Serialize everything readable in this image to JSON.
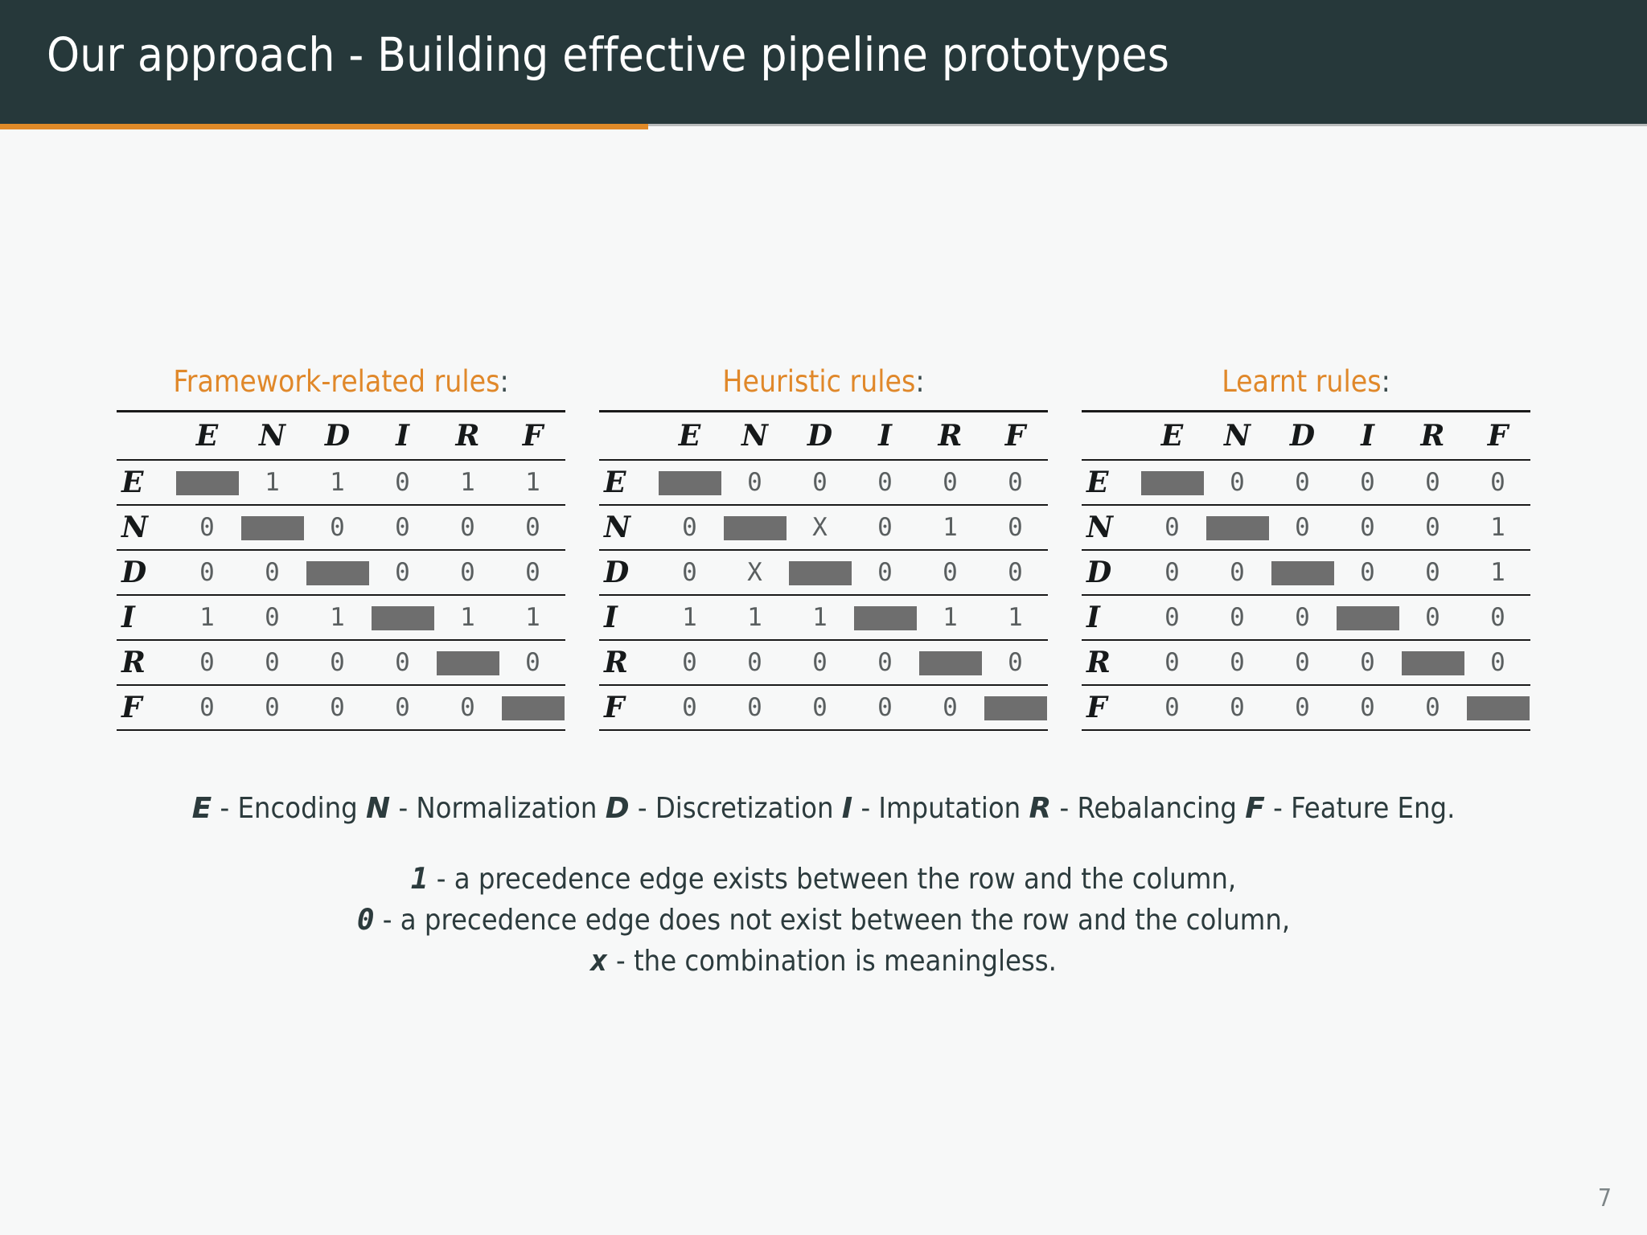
{
  "header": {
    "title": "Our approach - Building effective pipeline prototypes",
    "accent_color": "#e08a28",
    "background_color": "#26383a"
  },
  "tables": [
    {
      "caption": "Framework-related rules",
      "caption_colon": ":",
      "columns": [
        "E",
        "N",
        "D",
        "I",
        "R",
        "F"
      ],
      "rows": [
        {
          "label": "E",
          "cells": [
            "block",
            "1",
            "1",
            "0",
            "1",
            "1"
          ]
        },
        {
          "label": "N",
          "cells": [
            "0",
            "block",
            "0",
            "0",
            "0",
            "0"
          ]
        },
        {
          "label": "D",
          "cells": [
            "0",
            "0",
            "block",
            "0",
            "0",
            "0"
          ]
        },
        {
          "label": "I",
          "cells": [
            "1",
            "0",
            "1",
            "block",
            "1",
            "1"
          ]
        },
        {
          "label": "R",
          "cells": [
            "0",
            "0",
            "0",
            "0",
            "block",
            "0"
          ]
        },
        {
          "label": "F",
          "cells": [
            "0",
            "0",
            "0",
            "0",
            "0",
            "block"
          ]
        }
      ]
    },
    {
      "caption": "Heuristic rules",
      "caption_colon": ":",
      "columns": [
        "E",
        "N",
        "D",
        "I",
        "R",
        "F"
      ],
      "rows": [
        {
          "label": "E",
          "cells": [
            "block",
            "0",
            "0",
            "0",
            "0",
            "0"
          ]
        },
        {
          "label": "N",
          "cells": [
            "0",
            "block",
            "X",
            "0",
            "1",
            "0"
          ]
        },
        {
          "label": "D",
          "cells": [
            "0",
            "X",
            "block",
            "0",
            "0",
            "0"
          ]
        },
        {
          "label": "I",
          "cells": [
            "1",
            "1",
            "1",
            "block",
            "1",
            "1"
          ]
        },
        {
          "label": "R",
          "cells": [
            "0",
            "0",
            "0",
            "0",
            "block",
            "0"
          ]
        },
        {
          "label": "F",
          "cells": [
            "0",
            "0",
            "0",
            "0",
            "0",
            "block"
          ]
        }
      ]
    },
    {
      "caption": "Learnt rules",
      "caption_colon": ":",
      "columns": [
        "E",
        "N",
        "D",
        "I",
        "R",
        "F"
      ],
      "rows": [
        {
          "label": "E",
          "cells": [
            "block",
            "0",
            "0",
            "0",
            "0",
            "0"
          ]
        },
        {
          "label": "N",
          "cells": [
            "0",
            "block",
            "0",
            "0",
            "0",
            "1"
          ]
        },
        {
          "label": "D",
          "cells": [
            "0",
            "0",
            "block",
            "0",
            "0",
            "1"
          ]
        },
        {
          "label": "I",
          "cells": [
            "0",
            "0",
            "0",
            "block",
            "0",
            "0"
          ]
        },
        {
          "label": "R",
          "cells": [
            "0",
            "0",
            "0",
            "0",
            "block",
            "0"
          ]
        },
        {
          "label": "F",
          "cells": [
            "0",
            "0",
            "0",
            "0",
            "0",
            "block"
          ]
        }
      ]
    }
  ],
  "legend": {
    "abbreviations": [
      {
        "symbol": "E",
        "text": " - Encoding "
      },
      {
        "symbol": "N",
        "text": " - Normalization "
      },
      {
        "symbol": "D",
        "text": " - Discretization "
      },
      {
        "symbol": "I",
        "text": " - Imputation "
      },
      {
        "symbol": "R",
        "text": " - Rebalancing "
      },
      {
        "symbol": "F",
        "text": " - Feature Eng."
      }
    ],
    "lines": [
      {
        "symbol": "1",
        "text": " - a precedence edge exists between the row and the column,"
      },
      {
        "symbol": "0",
        "text": " - a precedence edge does not exist between the row and the column,"
      },
      {
        "symbol": "x",
        "text": " - the combination is meaningless."
      }
    ]
  },
  "page_number": "7"
}
